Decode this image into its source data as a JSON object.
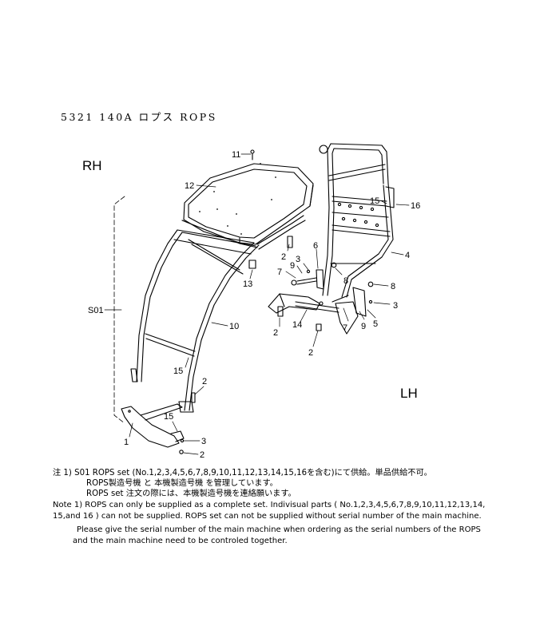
{
  "header": {
    "title": "5321 140A ロプス ROPS"
  },
  "sides": {
    "rh": "RH",
    "lh": "LH"
  },
  "callouts": [
    {
      "id": "c11",
      "text": "11"
    },
    {
      "id": "c12",
      "text": "12"
    },
    {
      "id": "c16",
      "text": "16"
    },
    {
      "id": "c15a",
      "text": "15"
    },
    {
      "id": "c4",
      "text": "4"
    },
    {
      "id": "c6",
      "text": "6"
    },
    {
      "id": "c3a",
      "text": "3"
    },
    {
      "id": "c9a",
      "text": "9"
    },
    {
      "id": "c7a",
      "text": "7"
    },
    {
      "id": "c8a",
      "text": "8"
    },
    {
      "id": "c2a",
      "text": "2"
    },
    {
      "id": "c13",
      "text": "13"
    },
    {
      "id": "c8b",
      "text": "8"
    },
    {
      "id": "c3b",
      "text": "3"
    },
    {
      "id": "cS01",
      "text": "S01"
    },
    {
      "id": "c10",
      "text": "10"
    },
    {
      "id": "c14",
      "text": "14"
    },
    {
      "id": "c2b",
      "text": "2"
    },
    {
      "id": "c7b",
      "text": "7"
    },
    {
      "id": "c9b",
      "text": "9"
    },
    {
      "id": "c5",
      "text": "5"
    },
    {
      "id": "c2c",
      "text": "2"
    },
    {
      "id": "c15b",
      "text": "15"
    },
    {
      "id": "c2d",
      "text": "2"
    },
    {
      "id": "c15c",
      "text": "15"
    },
    {
      "id": "c1",
      "text": "1"
    },
    {
      "id": "c3c",
      "text": "3"
    },
    {
      "id": "c2e",
      "text": "2"
    }
  ],
  "notes": {
    "jp1": "注 1)  S01 ROPS  set (No.1,2,3,4,5,6,7,8,9,10,11,12,13,14,15,16を含む)にて供給。単品供給不可。",
    "jp2": "ROPS製造号機  と  本機製造号機  を管理しています。",
    "jp3": "ROPS set 注文の際には、本機製造号機を連絡願います。",
    "en1": "Note 1)  ROPS can only be supplied as a complete set. Indivisual parts ( No.1,2,3,4,5,6,7,8,9,10,11,12,13,14,",
    "en2": "15,and 16 ) can not be supplied. ROPS set can not be supplied without serial number of the main machine.",
    "en3": "Please give the serial number of the main machine when ordering as the serial numbers of the ROPS",
    "en4": "and the main machine need to be controled together."
  }
}
